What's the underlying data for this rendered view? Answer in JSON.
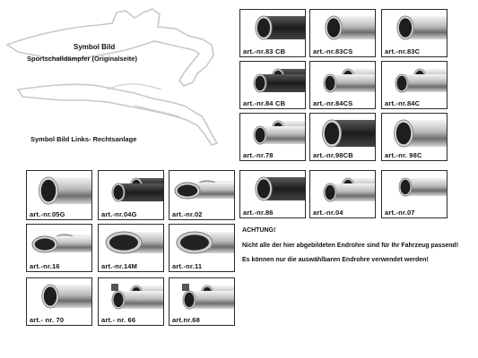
{
  "diagram": {
    "label_symbol": "Symbol Bild",
    "label_sport": "Sportschalldämpfer (Originalseite)",
    "label_links_rechts": "Symbol Bild Links- Rechtsanlage"
  },
  "products": [
    {
      "code": "art.-nr.83 CB",
      "style": "round-carbon-single"
    },
    {
      "code": "art.-nr.83CS",
      "style": "round-silver-angled"
    },
    {
      "code": "art.-nr.83C",
      "style": "round-chrome-single"
    },
    {
      "code": "art.-nr.84 CB",
      "style": "round-carbon-dual"
    },
    {
      "code": "art.-nr.84CS",
      "style": "round-silver-dual"
    },
    {
      "code": "art.-nr.84C",
      "style": "round-chrome-dual"
    },
    {
      "code": "art.-nr.78",
      "style": "round-chrome-dual-box"
    },
    {
      "code": "art.-nr.98CB",
      "style": "round-carbon-single-large"
    },
    {
      "code": "art.-nr. 98C",
      "style": "round-chrome-single-large"
    },
    {
      "code": "art.-nr.05G",
      "style": "round-chrome-large"
    },
    {
      "code": "art.-nr.04G",
      "style": "round-dual-dark"
    },
    {
      "code": "art.-nr.02",
      "style": "oval-dual"
    },
    {
      "code": "art.-nr.86",
      "style": "round-carbon-angled"
    },
    {
      "code": "art.-nr.04",
      "style": "round-dual-silver"
    },
    {
      "code": "art.-nr.07",
      "style": "round-chrome-slim"
    },
    {
      "code": "art.-nr.16",
      "style": "oval-dual-flat"
    },
    {
      "code": "art.-nr.14M",
      "style": "oval-single-wide"
    },
    {
      "code": "art.-nr.11",
      "style": "oval-single-logo"
    },
    {
      "code": "art.- nr. 70",
      "style": "round-single-small"
    },
    {
      "code": "art.- nr. 66",
      "style": "round-dual-logo"
    },
    {
      "code": "art.nr.68",
      "style": "round-dual-logo-b"
    }
  ],
  "notice": {
    "heading": "ACHTUNG!",
    "line1": "Nicht alle der hier abgebildeten Endrohre sind für Ihr Fahrzeug passend!",
    "line2": "Es können nur die auswählbaren Endrohre verwendet werden!"
  }
}
